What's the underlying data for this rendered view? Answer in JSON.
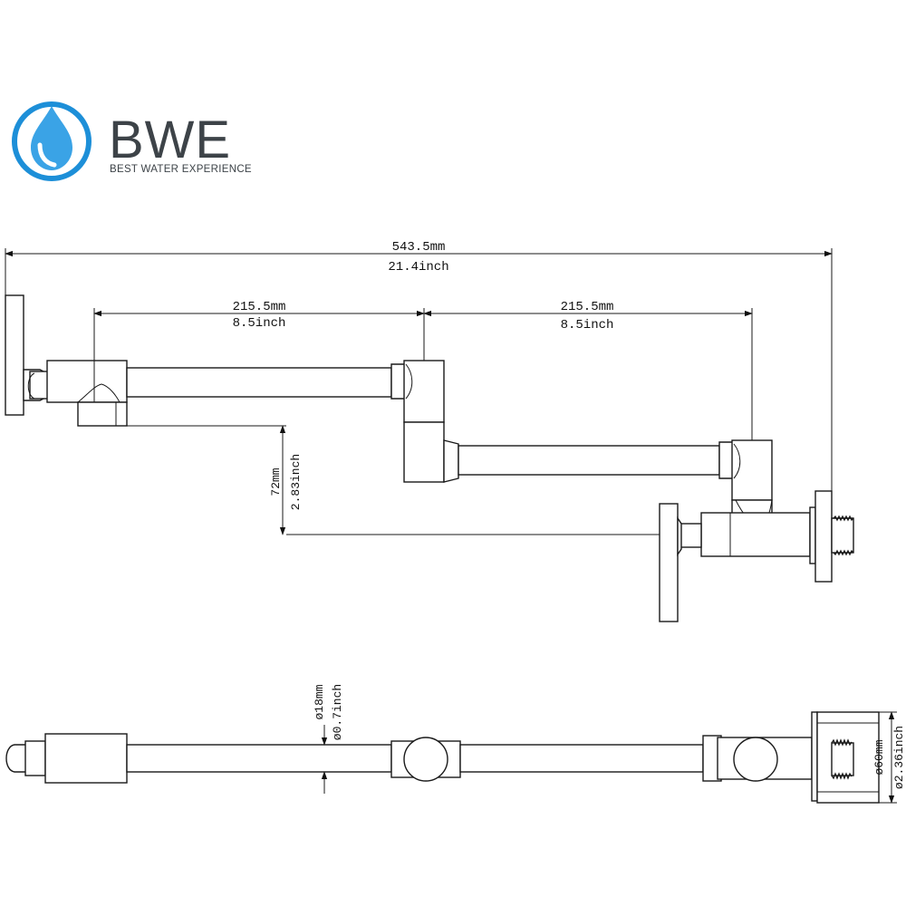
{
  "logo": {
    "brand": "BWE",
    "tagline": "BEST WATER EXPERIENCE",
    "icon": "water-drop-icon",
    "colors": {
      "ring": "#1d8fd8",
      "drop": "#3aa3e6",
      "text": "#3d4348"
    }
  },
  "dimensions": {
    "total_mm": "543.5mm",
    "total_inch": "21.4inch",
    "arm1_mm": "215.5mm",
    "arm1_inch": "8.5inch",
    "arm2_mm": "215.5mm",
    "arm2_inch": "8.5inch",
    "drop_mm": "72mm",
    "drop_inch": "2.83inch",
    "pipe_mm": "ø18mm",
    "pipe_inch": "ø0.7inch",
    "flange_mm": "ø60mm",
    "flange_inch": "ø2.36inch"
  }
}
